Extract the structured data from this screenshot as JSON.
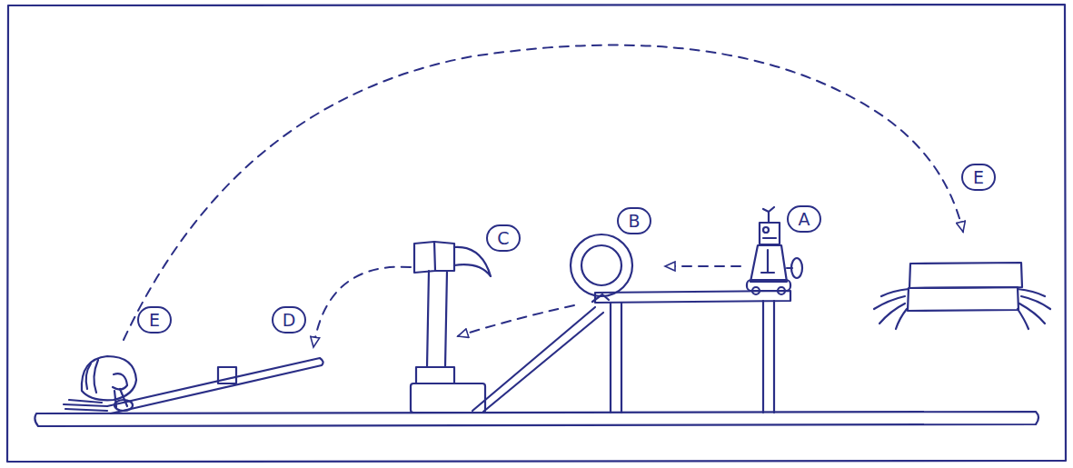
{
  "diagram": {
    "labels": [
      "A",
      "B",
      "C",
      "D",
      "E",
      "E"
    ]
  }
}
